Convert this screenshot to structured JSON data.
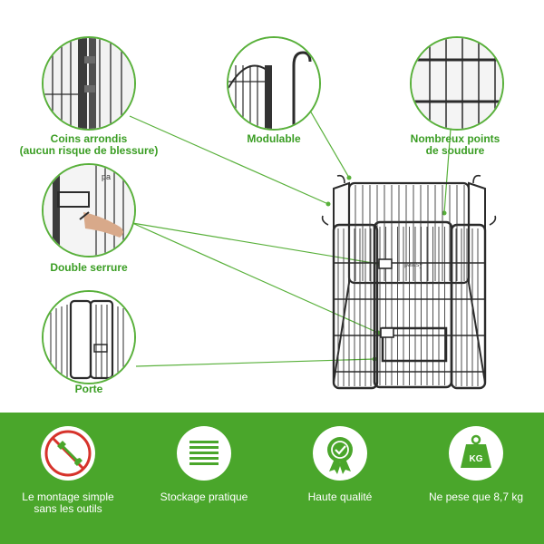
{
  "callouts": {
    "rounded_corners": {
      "line1": "Coins arrondis",
      "line2": "(aucun risque de blessure)"
    },
    "modular": {
      "label": "Modulable"
    },
    "welds": {
      "line1": "Nombreux points",
      "line2": "de soudure"
    },
    "double_lock": {
      "label": "Double serrure"
    },
    "door": {
      "label": "Porte"
    }
  },
  "brand_mark": "pawsy",
  "features": [
    {
      "icon": "no-tools-wrench-icon",
      "line1": "Le montage simple",
      "line2": "sans les outils"
    },
    {
      "icon": "storage-stack-icon",
      "line1": "Stockage pratique",
      "line2": ""
    },
    {
      "icon": "quality-award-icon",
      "line1": "Haute qualité",
      "line2": ""
    },
    {
      "icon": "weight-kg-icon",
      "line1": "Ne pese que 8,7 kg",
      "line2": "",
      "badge": "KG"
    }
  ],
  "colors": {
    "accent_green": "#58b03a",
    "label_green": "#3a9d23",
    "band_green": "#4aa62b",
    "metal": "#2b2b2b",
    "no_sign_red": "#d6332b"
  }
}
